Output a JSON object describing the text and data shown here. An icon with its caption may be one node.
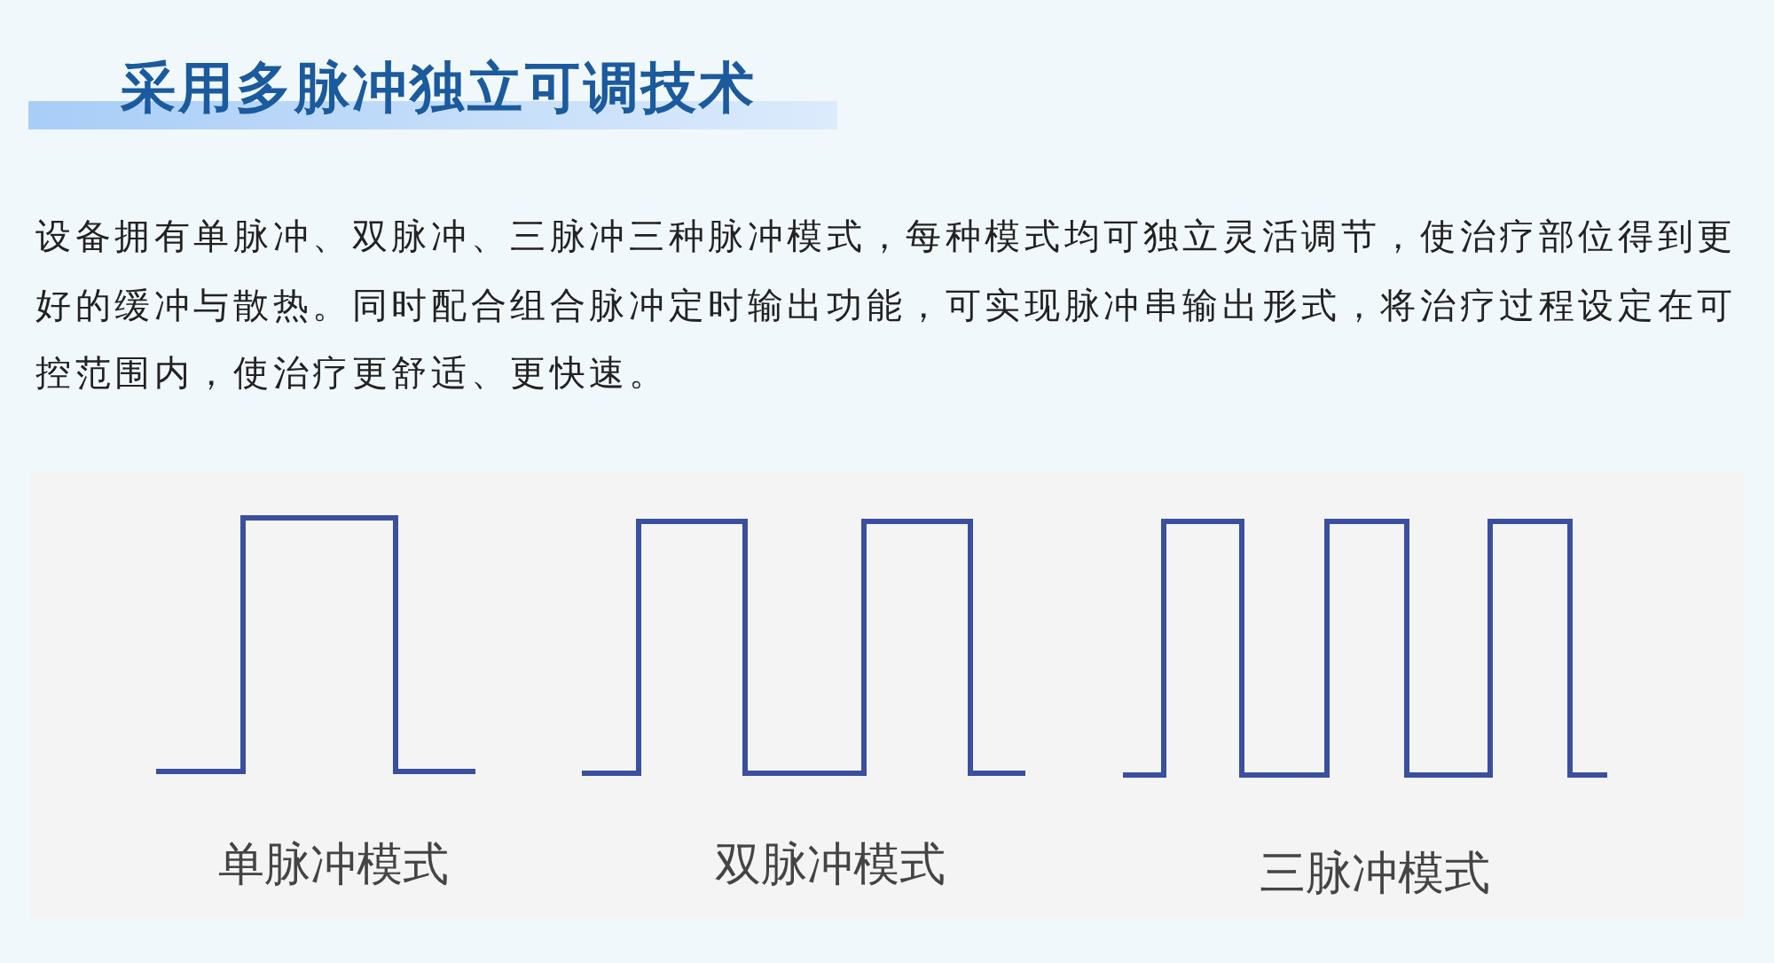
{
  "diagram": {
    "title": "采用多脉冲独立可调技术",
    "labels": [
      "设备拥有单脉冲、双脉冲、三脉冲三种脉冲模式，每种模式均可独立灵活调节，使治疗部位得到更好的缓冲与散热。同时配合组合脉冲定时输出功能，可实现脉冲串输出形式，将治疗过程设定在可控范围内，使治疗更舒适、更快速。",
      "单脉冲模式",
      "双脉冲模式",
      "三脉冲模式"
    ]
  }
}
